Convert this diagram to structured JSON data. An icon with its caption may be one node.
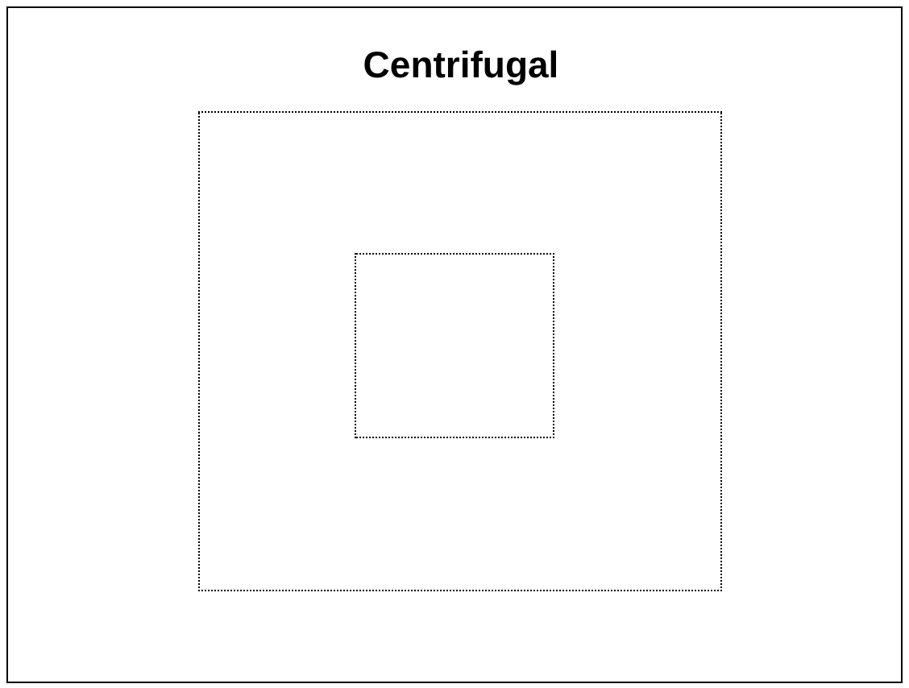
{
  "diagram": {
    "title": "Centrifugal",
    "nodes": [
      {
        "text": [],
        "shape": "box"
      },
      {
        "text": [],
        "shape": "box",
        "in": 0
      }
    ]
  }
}
